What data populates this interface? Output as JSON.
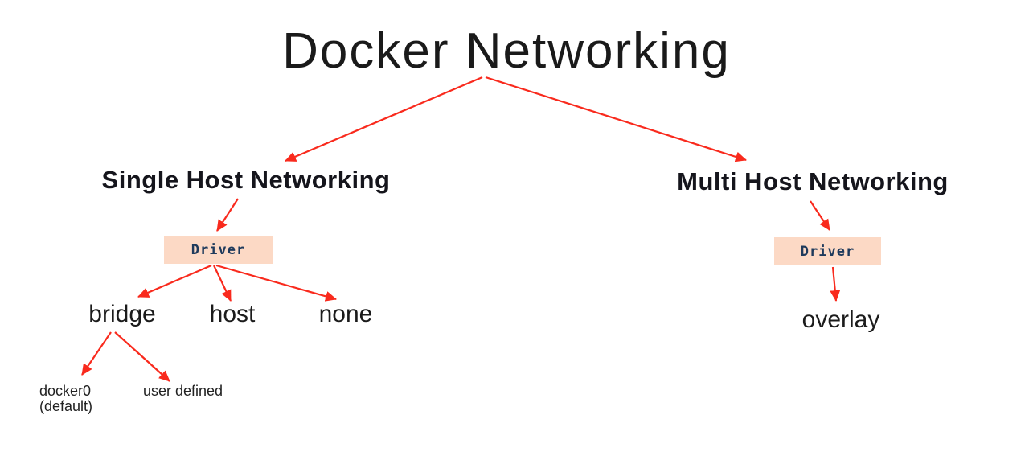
{
  "title": "Docker Networking",
  "single_host": {
    "heading": "Single Host Networking",
    "driver_label": "Driver",
    "drivers": {
      "bridge": "bridge",
      "host": "host",
      "none": "none"
    },
    "bridge_variants": {
      "default_name": "docker0",
      "default_note": "(default)",
      "user_defined": "user defined"
    }
  },
  "multi_host": {
    "heading": "Multi Host Networking",
    "driver_label": "Driver",
    "drivers": {
      "overlay": "overlay"
    }
  },
  "colors": {
    "arrow": "#f92a1d",
    "driver_box_bg": "#fcd9c5",
    "driver_box_text": "#1e3a5c",
    "text": "#1b1b1b"
  }
}
